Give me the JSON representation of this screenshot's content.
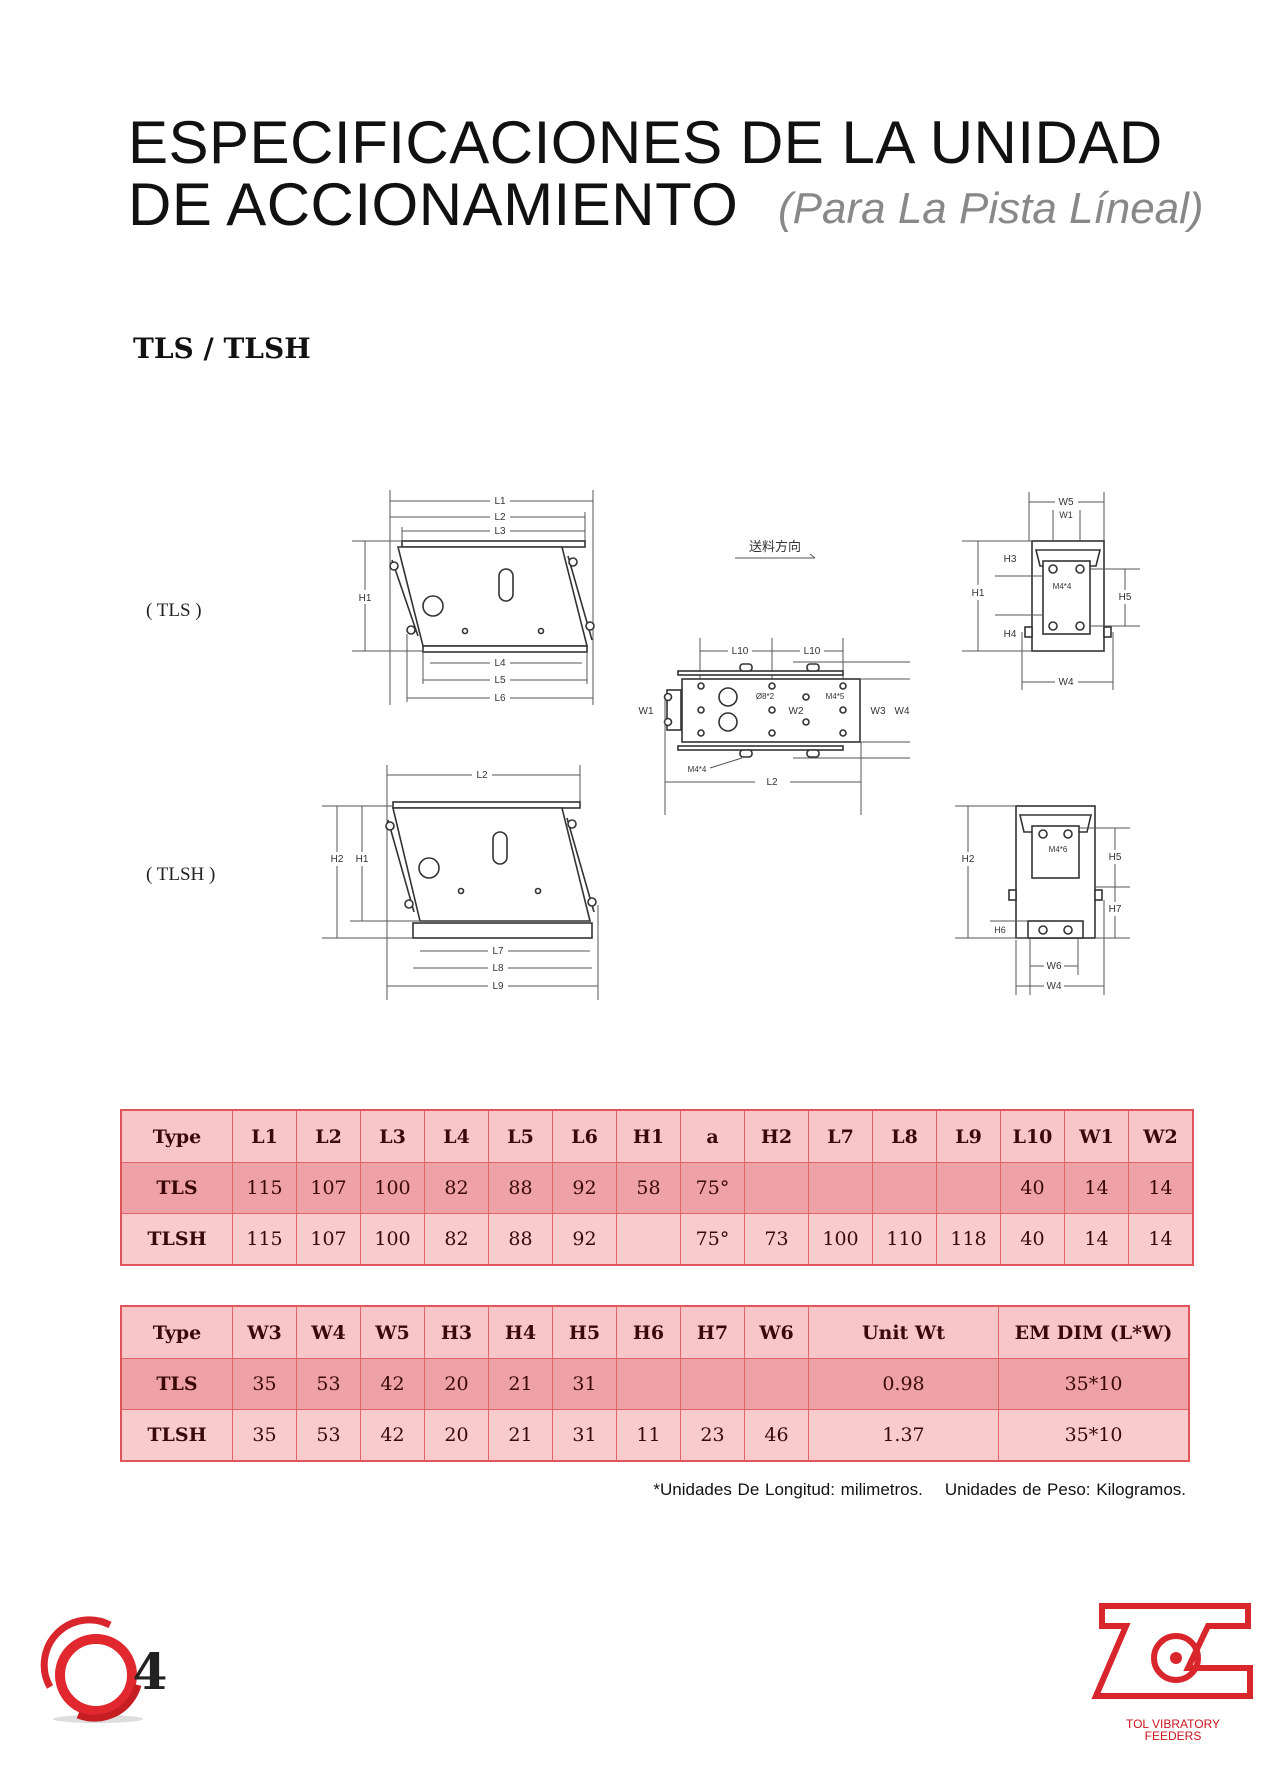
{
  "header": {
    "title_line1": "ESPECIFICACIONES DE LA UNIDAD",
    "title_line2": "DE ACCIONAMIENTO",
    "subtitle": "(Para La Pista Líneal)"
  },
  "model_heading": "TLS / TLSH",
  "drawings": {
    "tls_label": "( TLS )",
    "tlsh_label": "( TLSH )",
    "tls_side": {
      "l1": "L1",
      "l2": "L2",
      "l3": "L3",
      "l4": "L4",
      "l5": "L5",
      "l6": "L6",
      "h1": "H1"
    },
    "tls_end": {
      "w5": "W5",
      "w1": "W1",
      "h3": "H3",
      "h1": "H1",
      "h4": "H4",
      "h5": "H5",
      "w4": "W4",
      "m4": "M4*4"
    },
    "top_view": {
      "direction": "送料方向",
      "l10a": "L10",
      "l10b": "L10",
      "w1": "W1",
      "w2": "W2",
      "w3": "W3",
      "w4": "W4",
      "phi8": "Ø8*2",
      "m45": "M4*5",
      "m44": "M4*4",
      "l2": "L2"
    },
    "tlsh_side": {
      "l2": "L2",
      "h2": "H2",
      "h1": "H1",
      "l7": "L7",
      "l8": "L8",
      "l9": "L9"
    },
    "tlsh_end": {
      "h2": "H2",
      "h5": "H5",
      "h7": "H7",
      "h6": "H6",
      "w6": "W6",
      "w4": "W4",
      "m46": "M4*6"
    }
  },
  "table1": {
    "headers": [
      "Type",
      "L1",
      "L2",
      "L3",
      "L4",
      "L5",
      "L6",
      "H1",
      "a",
      "H2",
      "L7",
      "L8",
      "L9",
      "L10",
      "W1",
      "W2"
    ],
    "rows": [
      [
        "TLS",
        "115",
        "107",
        "100",
        "82",
        "88",
        "92",
        "58",
        "75°",
        "",
        "",
        "",
        "",
        "40",
        "14",
        "14"
      ],
      [
        "TLSH",
        "115",
        "107",
        "100",
        "82",
        "88",
        "92",
        "",
        "75°",
        "73",
        "100",
        "110",
        "118",
        "40",
        "14",
        "14"
      ]
    ]
  },
  "table2": {
    "headers": [
      "Type",
      "W3",
      "W4",
      "W5",
      "H3",
      "H4",
      "H5",
      "H6",
      "H7",
      "W6",
      "Unit Wt",
      "EM DIM (L*W)"
    ],
    "rows": [
      [
        "TLS",
        "35",
        "53",
        "42",
        "20",
        "21",
        "31",
        "",
        "",
        "",
        "0.98",
        "35*10"
      ],
      [
        "TLSH",
        "35",
        "53",
        "42",
        "20",
        "21",
        "31",
        "11",
        "23",
        "46",
        "1.37",
        "35*10"
      ]
    ]
  },
  "footnote": {
    "length_units": "*Unidades De Longitud: milimetros.",
    "weight_units": "Unidades de Peso: Kilogramos."
  },
  "logos": {
    "left_mark": "4",
    "right_brand": "TOL",
    "right_caption_line1": "TOL VIBRATORY",
    "right_caption_line2": "FEEDERS"
  },
  "colors": {
    "accent": "#e0555c",
    "header_row": "#f7c6c8",
    "tls_row": "#efa2a5",
    "tlsh_row": "#f8cbcd",
    "logo_red": "#d9262c"
  }
}
